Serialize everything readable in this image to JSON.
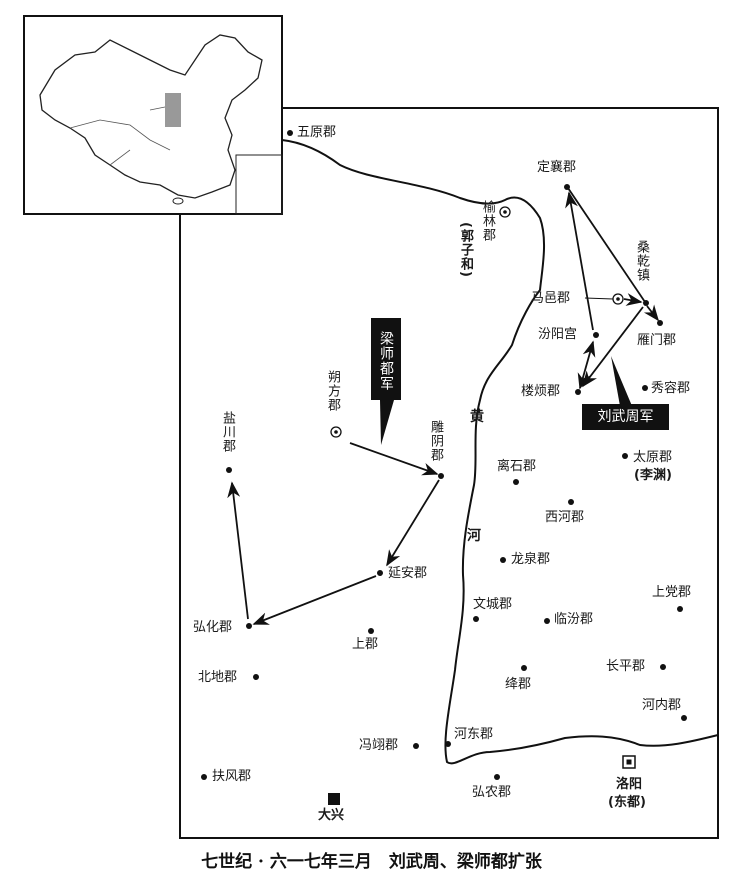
{
  "title": "七世纪 · 六一七年三月　刘武周、梁师都扩张",
  "places": {
    "wuyuan": "五原郡",
    "yulin": "榆林郡",
    "guozihe": "(郭子和)",
    "dingxiang": "定襄郡",
    "sangganzhen": "桑乾镇",
    "mayi": "马邑郡",
    "yanmen": "雁门郡",
    "fenyanggong": "汾阳宫",
    "loufan": "楼烦郡",
    "xiurong": "秀容郡",
    "shuofang": "朔方郡",
    "diaoyin": "雕阴郡",
    "yanchuan": "盐川郡",
    "lishi": "离石郡",
    "taiyuan": "太原郡",
    "liyuan": "(李渊)",
    "xihe": "西河郡",
    "longquan": "龙泉郡",
    "yanan": "延安郡",
    "wencheng": "文城郡",
    "linfen": "临汾郡",
    "shangdang": "上党郡",
    "honghua": "弘化郡",
    "shangjun": "上郡",
    "changping": "长平郡",
    "beidi": "北地郡",
    "jiangjun": "绛郡",
    "henei": "河内郡",
    "hedong": "河东郡",
    "pingyi": "冯翊郡",
    "luoyang": "洛阳",
    "dongdu": "(东都)",
    "fufeng": "扶风郡",
    "hongnong": "弘农郡",
    "daxing": "大兴"
  },
  "river": {
    "huang": "黄",
    "he": "河"
  },
  "armies": {
    "liu": "刘武周军",
    "liang": "梁师都军"
  }
}
